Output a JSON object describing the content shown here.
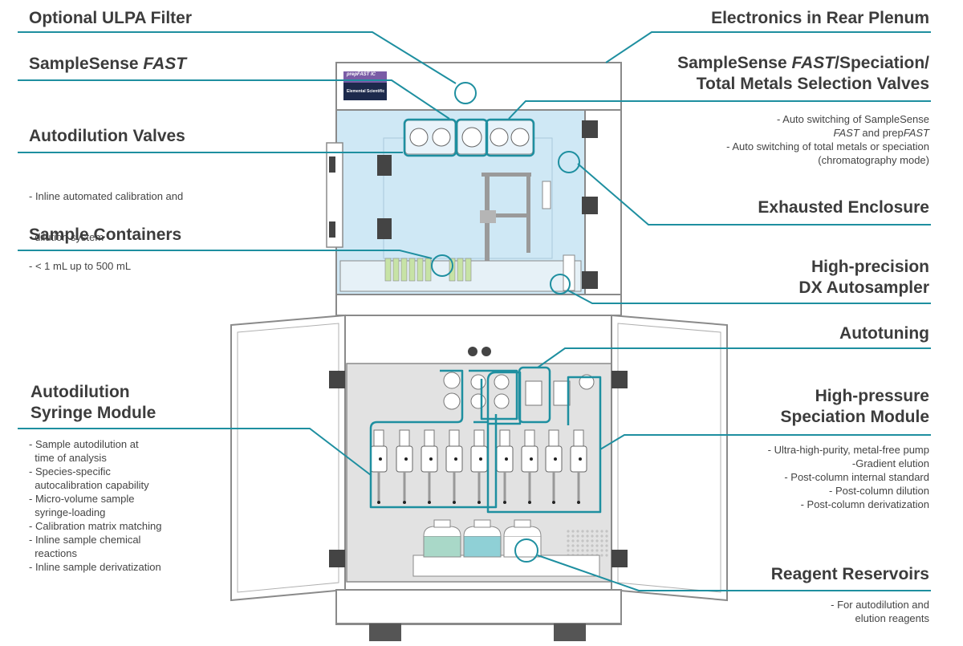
{
  "callouts": {
    "ulpa": {
      "title": "Optional ULPA Filter"
    },
    "electronics": {
      "title": "Electronics in Rear Plenum"
    },
    "samplesense": {
      "title_plain": "SampleSense ",
      "title_italic": "FAST"
    },
    "selection_valves": {
      "line1_plain_a": "SampleSense ",
      "line1_italic": "FAST",
      "line1_plain_b": "/Speciation/",
      "line2": "Total Metals Selection Valves",
      "bullets": [
        {
          "a": "- Auto switching of SampleSense",
          "i": "",
          "b": ""
        },
        {
          "a": "",
          "i": "FAST",
          "b": " and prep"
        },
        {
          "a": "- Auto switching of total metals or speciation",
          "i": "",
          "b": ""
        },
        {
          "a": "(chromatography mode)",
          "i": "",
          "b": ""
        }
      ]
    },
    "autodilution_valves": {
      "title": "Autodilution Valves",
      "bullets": [
        "- Inline automated calibration and",
        "  dilution system"
      ]
    },
    "exhausted": {
      "title": "Exhausted Enclosure"
    },
    "sample_containers": {
      "title": "Sample Containers",
      "bullets": [
        "- < 1 mL up to 500 mL"
      ]
    },
    "autosampler": {
      "line1": "High-precision",
      "line2": "DX Autosampler"
    },
    "autotuning": {
      "title": "Autotuning"
    },
    "syringe": {
      "line1": "Autodilution",
      "line2": "Syringe Module",
      "bullets": [
        "- Sample autodilution at",
        "  time of analysis",
        "- Species-specific",
        "  autocalibration capability",
        "- Micro-volume sample",
        "  syringe-loading",
        "- Calibration matrix matching",
        "- Inline sample chemical",
        "  reactions",
        "- Inline sample derivatization"
      ]
    },
    "hp_speciation": {
      "line1": "High-pressure",
      "line2": "Speciation Module",
      "bullets": [
        "- Ultra-high-purity, metal-free pump",
        "-Gradient elution",
        "- Post-column internal standard",
        "- Post-column dilution",
        "- Post-column derivatization"
      ]
    },
    "reagent": {
      "title": "Reagent Reservoirs",
      "bullets": [
        "- For autodilution and",
        "elution reagents"
      ]
    }
  },
  "brand": {
    "top": "prepFAST IC",
    "bottom": "Elemental Scientific"
  },
  "colors": {
    "callout": "#1e8fa0",
    "frame": "#8a8a8a",
    "enclosure": "#cfe8f5",
    "cabinet": "#e2e2e2"
  }
}
